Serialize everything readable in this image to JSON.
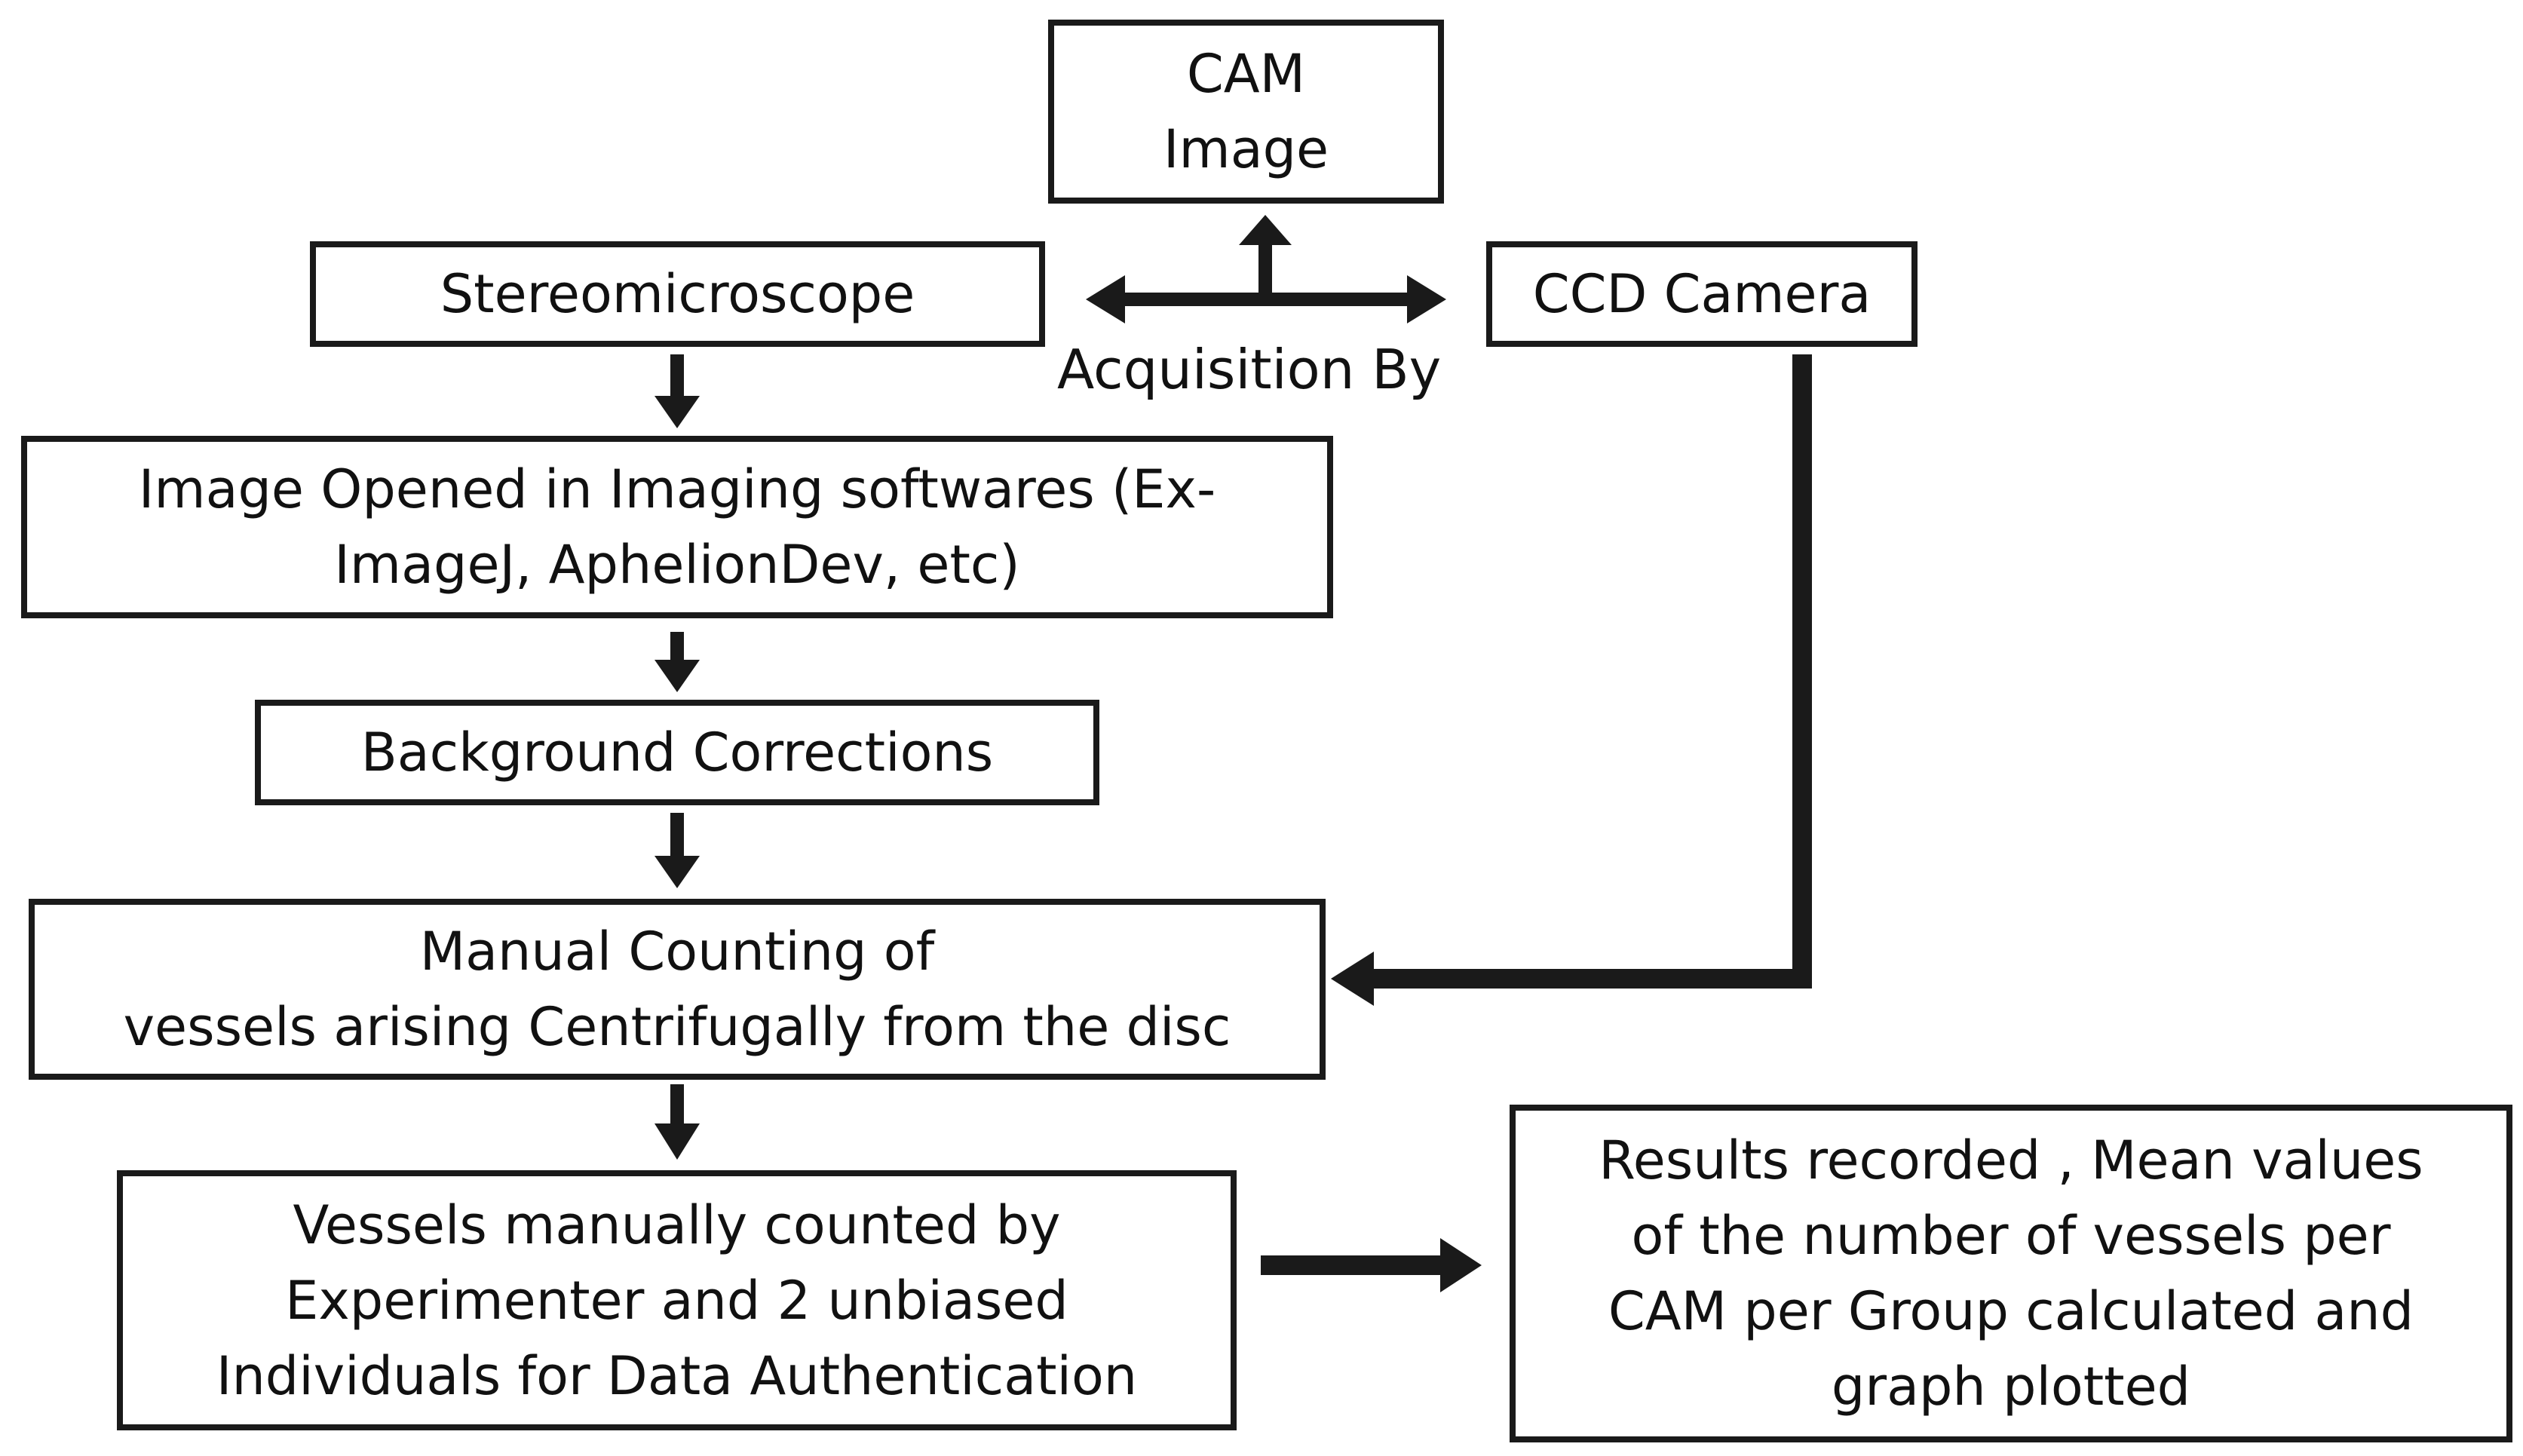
{
  "diagram": {
    "nodes": {
      "cam_image": {
        "lines": [
          "CAM",
          "Image"
        ]
      },
      "stereomicroscope": {
        "lines": [
          "Stereomicroscope"
        ]
      },
      "ccd_camera": {
        "lines": [
          "CCD Camera"
        ]
      },
      "imaging_software": {
        "lines": [
          "Image Opened in Imaging softwares (Ex-",
          "ImageJ, AphelionDev, etc)"
        ]
      },
      "background_corrections": {
        "lines": [
          "Background Corrections"
        ]
      },
      "manual_counting": {
        "lines": [
          "Manual Counting of",
          "vessels arising Centrifugally from the disc"
        ]
      },
      "vessels_counted": {
        "lines": [
          "Vessels manually counted by",
          "Experimenter and 2 unbiased",
          "Individuals for Data Authentication"
        ]
      },
      "results_recorded": {
        "lines": [
          "Results recorded , Mean values",
          "of the number of vessels per",
          "CAM per Group calculated and",
          "graph plotted"
        ]
      }
    },
    "edge_labels": {
      "acquisition_by": "Acquisition By"
    },
    "edges": [
      {
        "from": "acquisition_by",
        "to": "cam_image"
      },
      {
        "from": "acquisition_by",
        "to": "stereomicroscope"
      },
      {
        "from": "acquisition_by",
        "to": "ccd_camera"
      },
      {
        "from": "stereomicroscope",
        "to": "imaging_software"
      },
      {
        "from": "imaging_software",
        "to": "background_corrections"
      },
      {
        "from": "background_corrections",
        "to": "manual_counting"
      },
      {
        "from": "ccd_camera",
        "to": "manual_counting"
      },
      {
        "from": "manual_counting",
        "to": "vessels_counted"
      },
      {
        "from": "vessels_counted",
        "to": "results_recorded"
      }
    ],
    "colors": {
      "stroke": "#1a1a1a",
      "text": "#111111",
      "background": "#ffffff"
    }
  }
}
